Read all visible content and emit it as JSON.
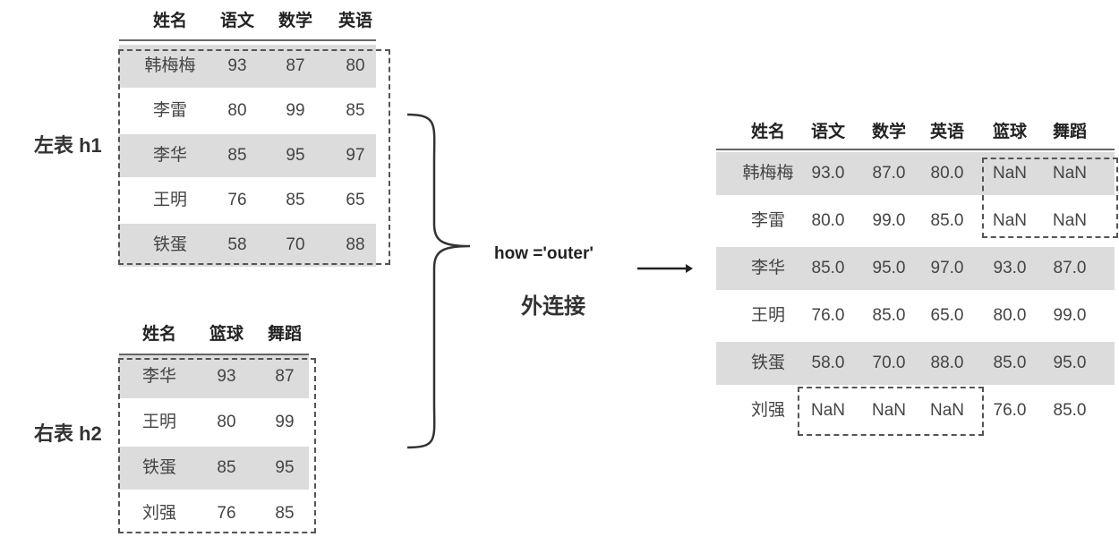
{
  "left_table": {
    "label": "左表 h1",
    "columns": [
      "姓名",
      "语文",
      "数学",
      "英语"
    ],
    "rows": [
      [
        "韩梅梅",
        "93",
        "87",
        "80"
      ],
      [
        "李雷",
        "80",
        "99",
        "85"
      ],
      [
        "李华",
        "85",
        "95",
        "97"
      ],
      [
        "王明",
        "76",
        "85",
        "65"
      ],
      [
        "铁蛋",
        "58",
        "70",
        "88"
      ]
    ]
  },
  "right_table": {
    "label": "右表 h2",
    "columns": [
      "姓名",
      "篮球",
      "舞蹈"
    ],
    "rows": [
      [
        "李华",
        "93",
        "87"
      ],
      [
        "王明",
        "80",
        "99"
      ],
      [
        "铁蛋",
        "85",
        "95"
      ],
      [
        "刘强",
        "76",
        "85"
      ]
    ]
  },
  "operation": {
    "code": "how ='outer'",
    "caption": "外连接"
  },
  "result_table": {
    "columns": [
      "姓名",
      "语文",
      "数学",
      "英语",
      "篮球",
      "舞蹈"
    ],
    "rows": [
      [
        "韩梅梅",
        "93.0",
        "87.0",
        "80.0",
        "NaN",
        "NaN"
      ],
      [
        "李雷",
        "80.0",
        "99.0",
        "85.0",
        "NaN",
        "NaN"
      ],
      [
        "李华",
        "85.0",
        "95.0",
        "97.0",
        "93.0",
        "87.0"
      ],
      [
        "王明",
        "76.0",
        "85.0",
        "65.0",
        "80.0",
        "99.0"
      ],
      [
        "铁蛋",
        "58.0",
        "70.0",
        "88.0",
        "85.0",
        "95.0"
      ],
      [
        "刘强",
        "NaN",
        "NaN",
        "NaN",
        "76.0",
        "85.0"
      ]
    ]
  }
}
